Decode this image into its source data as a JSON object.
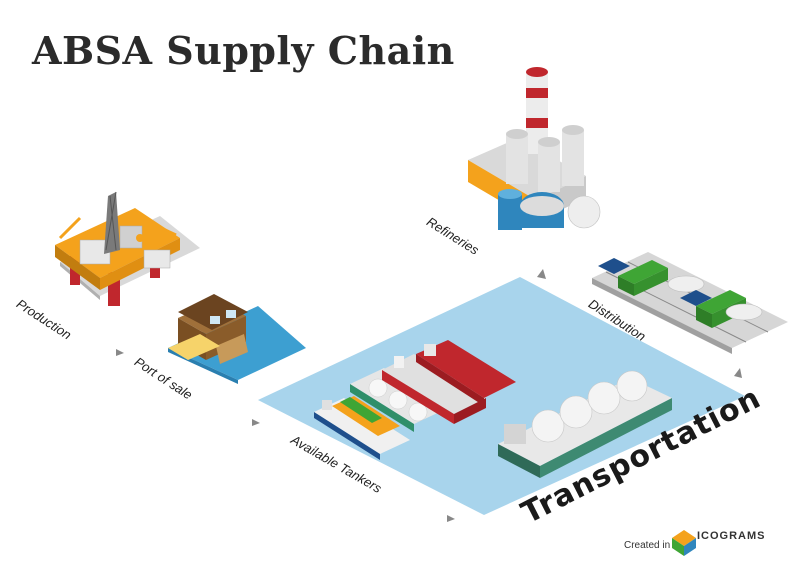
{
  "title": "ABSA Supply Chain",
  "labels": {
    "production": "Production",
    "port_of_sale": "Port of sale",
    "available_tankers": "Available Tankers",
    "transportation": "Transportation",
    "distribution": "Distribution",
    "refineries": "Refineries"
  },
  "footer": {
    "created_in": "Created in",
    "brand": "ICOGRAMS"
  },
  "colors": {
    "water": "#a8d4ec",
    "sea": "#3d9fd1",
    "accent_red": "#c0272d",
    "orange": "#f4a21c",
    "green": "#3fa535"
  }
}
